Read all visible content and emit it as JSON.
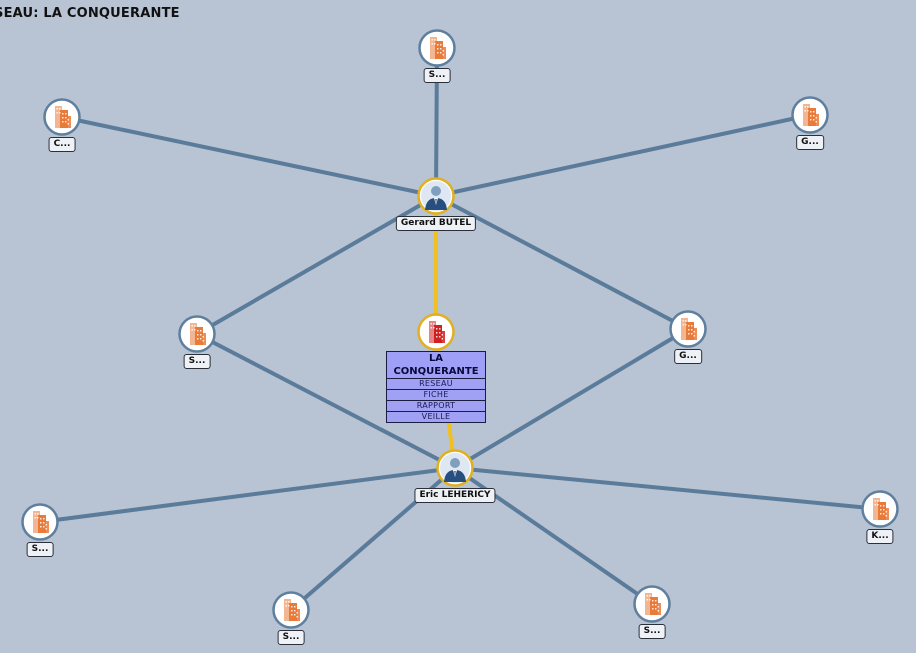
{
  "header": {
    "title": "SEAU: LA CONQUERANTE"
  },
  "colors": {
    "background": "#b8c3d3",
    "edge": "#5b7b9a",
    "edge_highlight": "#f0c020",
    "node_ring": "#5f7f9f",
    "node_ring_highlight": "#e0b020",
    "company_icon": "#e87a3a",
    "center_icon": "#d02020"
  },
  "center_menu": {
    "title": "LA CONQUERANTE",
    "items": [
      "RESEAU",
      "FICHE",
      "RAPPORT",
      "VEILLE"
    ]
  },
  "nodes": [
    {
      "id": "center",
      "type": "center-company",
      "label": "LA CONQUERANTE",
      "icon": "building-icon"
    },
    {
      "id": "butel",
      "type": "person",
      "label": "Gerard BUTEL",
      "icon": "person-icon"
    },
    {
      "id": "lehericy",
      "type": "person",
      "label": "Eric LEHERICY",
      "icon": "person-icon"
    },
    {
      "id": "c1",
      "type": "company",
      "label": "S...",
      "icon": "building-icon"
    },
    {
      "id": "c2",
      "type": "company",
      "label": "C...",
      "icon": "building-icon"
    },
    {
      "id": "c3",
      "type": "company",
      "label": "G...",
      "icon": "building-icon"
    },
    {
      "id": "c4",
      "type": "company",
      "label": "S...",
      "icon": "building-icon"
    },
    {
      "id": "c5",
      "type": "company",
      "label": "G...",
      "icon": "building-icon"
    },
    {
      "id": "c6",
      "type": "company",
      "label": "S...",
      "icon": "building-icon"
    },
    {
      "id": "c7",
      "type": "company",
      "label": "K...",
      "icon": "building-icon"
    },
    {
      "id": "c8",
      "type": "company",
      "label": "S...",
      "icon": "building-icon"
    },
    {
      "id": "c9",
      "type": "company",
      "label": "S...",
      "icon": "building-icon"
    }
  ],
  "edges": [
    {
      "from": "butel",
      "to": "center",
      "highlight": true
    },
    {
      "from": "center",
      "to": "lehericy",
      "highlight": true
    },
    {
      "from": "butel",
      "to": "c1"
    },
    {
      "from": "butel",
      "to": "c2"
    },
    {
      "from": "butel",
      "to": "c3"
    },
    {
      "from": "butel",
      "to": "c4"
    },
    {
      "from": "butel",
      "to": "c5"
    },
    {
      "from": "lehericy",
      "to": "c4"
    },
    {
      "from": "lehericy",
      "to": "c5"
    },
    {
      "from": "lehericy",
      "to": "c6"
    },
    {
      "from": "lehericy",
      "to": "c7"
    },
    {
      "from": "lehericy",
      "to": "c8"
    },
    {
      "from": "lehericy",
      "to": "c9"
    }
  ]
}
